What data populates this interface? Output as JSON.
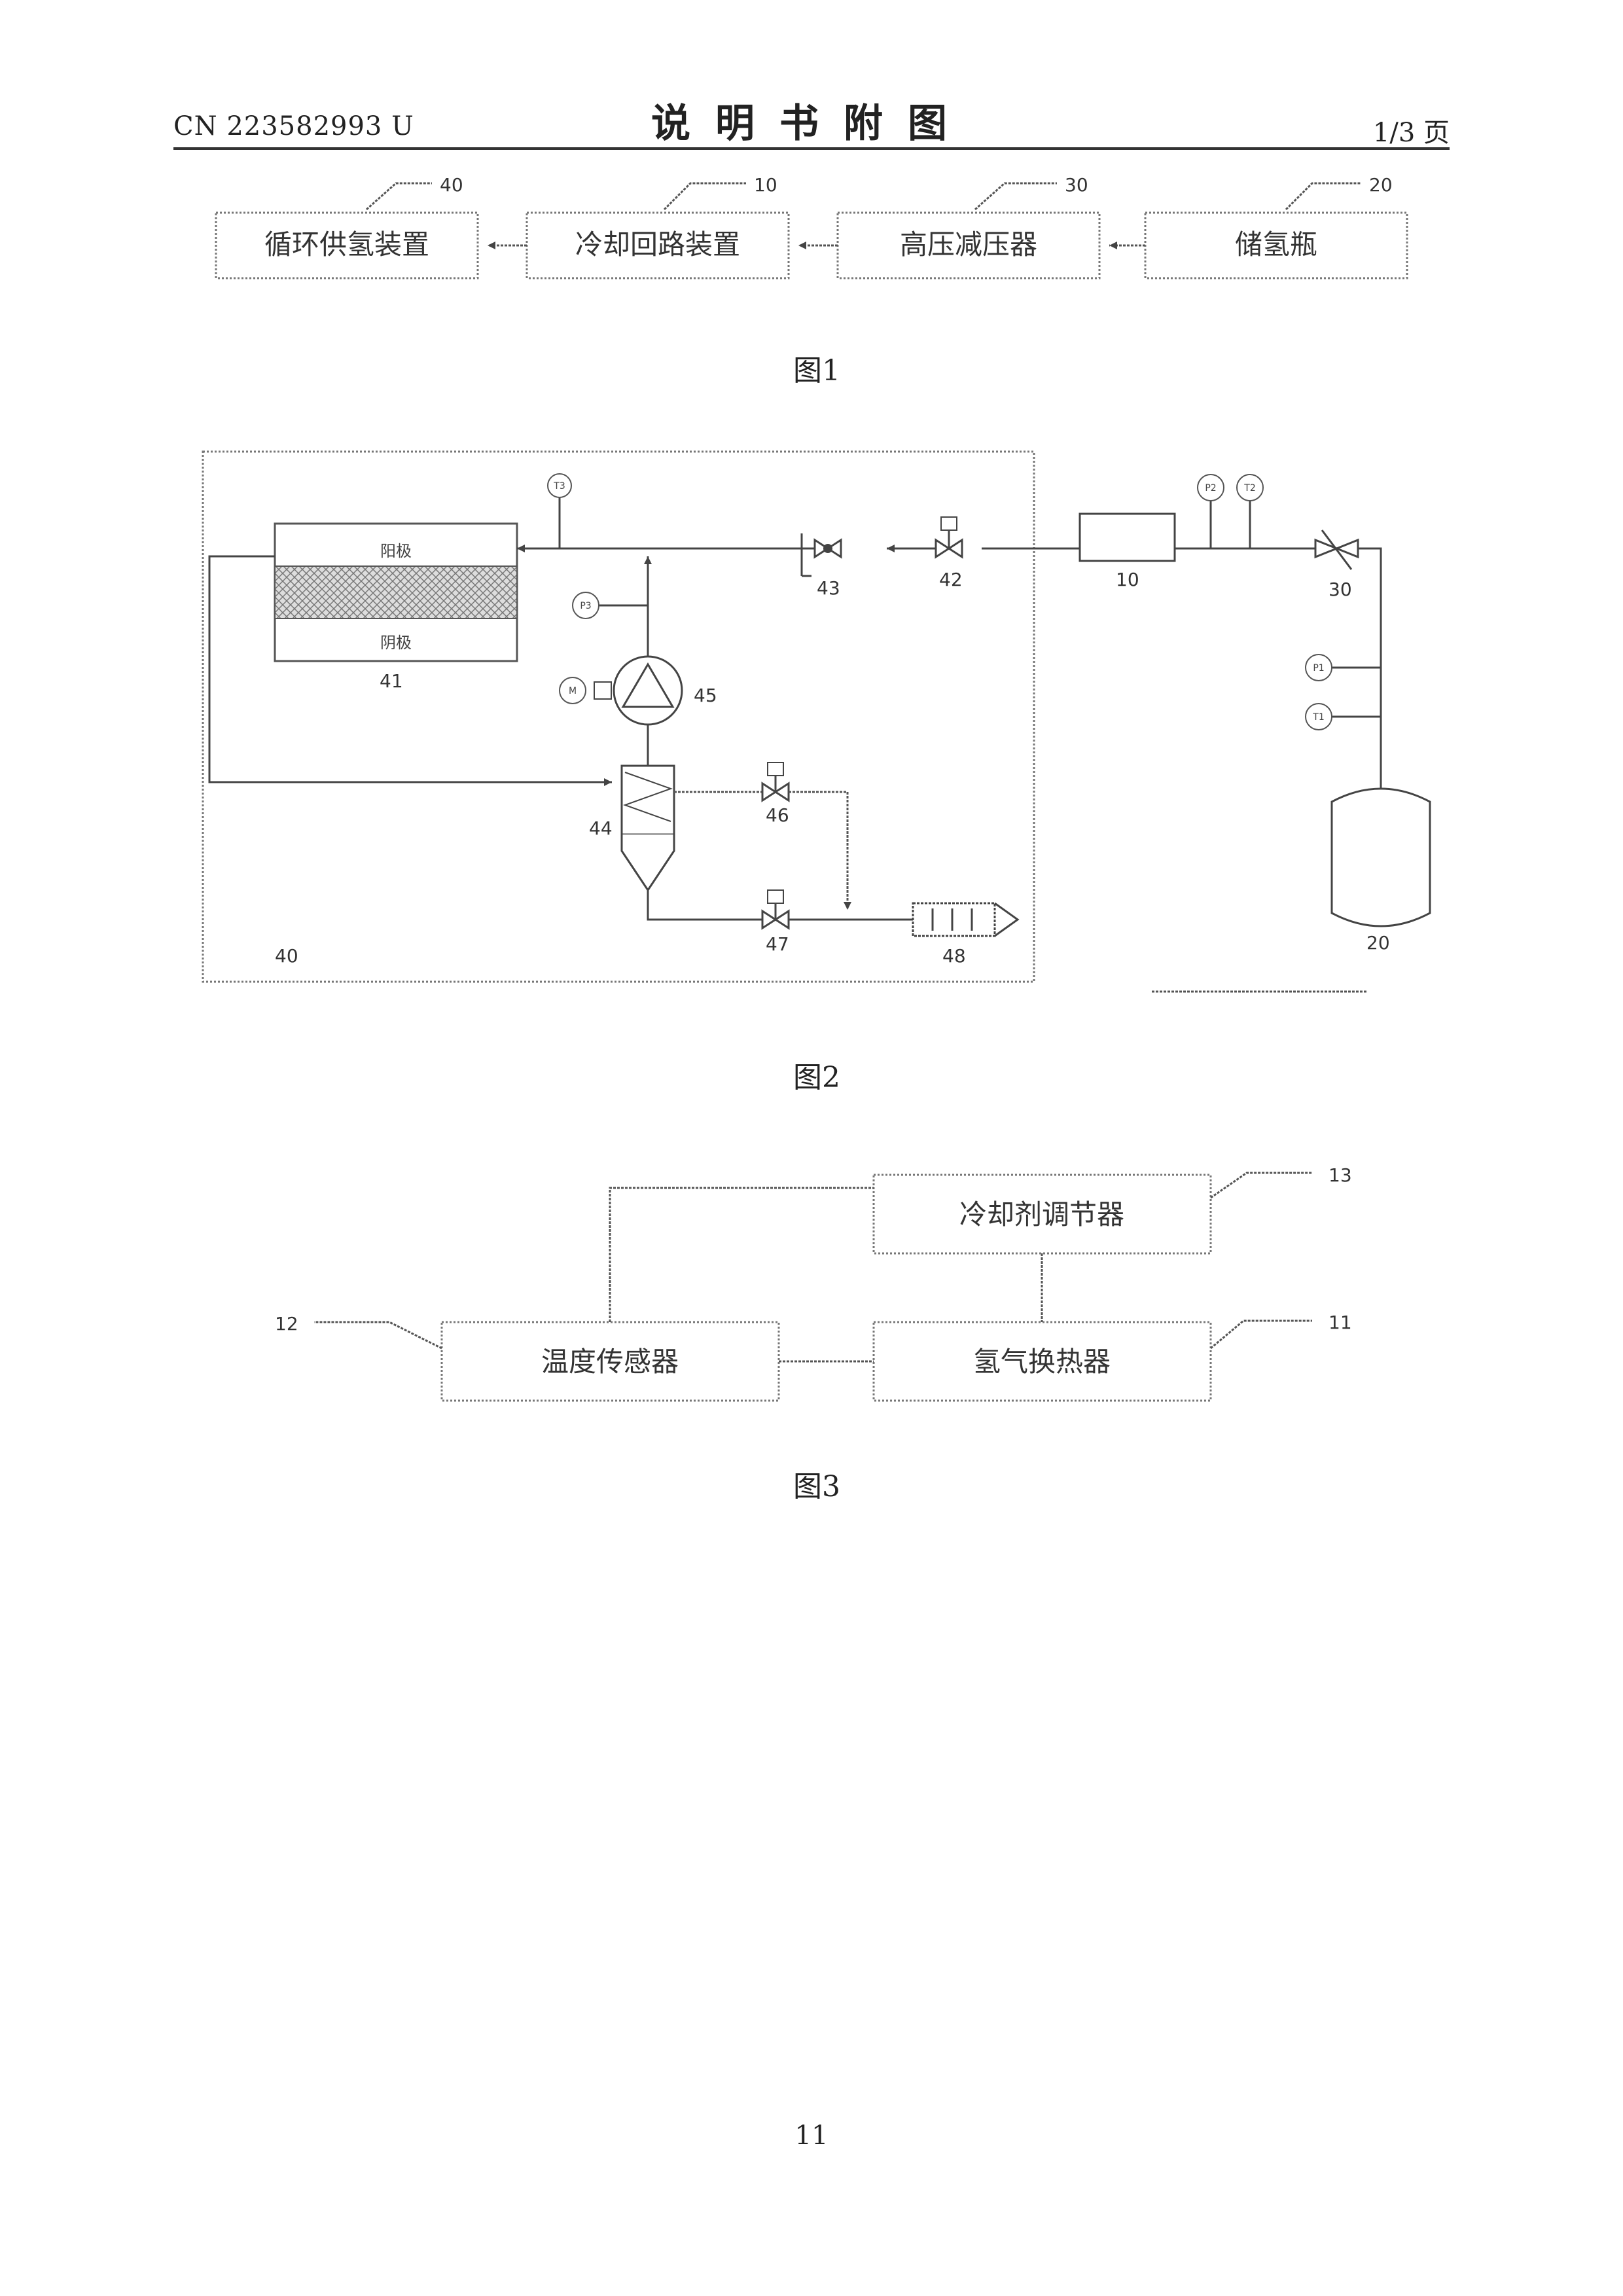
{
  "header": {
    "doc_number": "CN 223582993 U",
    "section_title": "说明书附图",
    "page_of": "1/3 页"
  },
  "figure1": {
    "caption": "图1",
    "blocks": [
      {
        "id": "40",
        "label": "循环供氢装置"
      },
      {
        "id": "10",
        "label": "冷却回路装置"
      },
      {
        "id": "30",
        "label": "高压减压器"
      },
      {
        "id": "20",
        "label": "储氢瓶"
      }
    ]
  },
  "figure2": {
    "caption": "图2",
    "anode_label": "阳极",
    "cathode_label": "阴极",
    "motor_label": "M",
    "instruments": {
      "t_stack": "T3",
      "p_loop": "P3",
      "p_top": "P2",
      "t_top": "T2",
      "p_tank": "P1",
      "t_tank": "T1"
    },
    "numbers": {
      "stack": "41",
      "valve43": "43",
      "valve42": "42",
      "cooler": "10",
      "regulator": "30",
      "pump": "45",
      "separator": "44",
      "valve46": "46",
      "valve47": "47",
      "muffler": "48",
      "system": "40",
      "tank": "20"
    }
  },
  "figure3": {
    "caption": "图3",
    "blocks": [
      {
        "id": "13",
        "label": "冷却剂调节器"
      },
      {
        "id": "12",
        "label": "温度传感器"
      },
      {
        "id": "11",
        "label": "氢气换热器"
      }
    ]
  },
  "footer": {
    "page_number": "11"
  }
}
